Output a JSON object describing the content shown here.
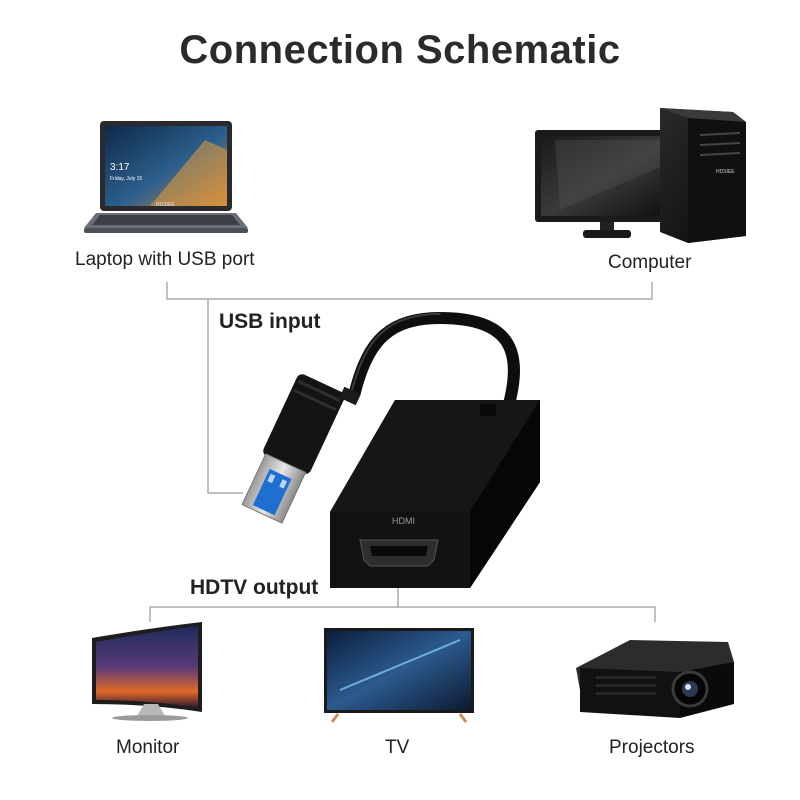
{
  "title": "Connection Schematic",
  "sources": {
    "laptop_label": "Laptop with USB port",
    "computer_label": "Computer"
  },
  "input_label": "USB input",
  "output_label": "HDTV output",
  "outputs": {
    "monitor_label": "Monitor",
    "tv_label": "TV",
    "projector_label": "Projectors"
  },
  "laptop_screen": {
    "time": "3:17",
    "date": "Friday, July 15"
  },
  "brand": "HDSIEE",
  "port_icon": "HDMI",
  "colors": {
    "line": "#9a9a9a",
    "usb_blue": "#1f6fd1",
    "adapter": "#161616"
  }
}
